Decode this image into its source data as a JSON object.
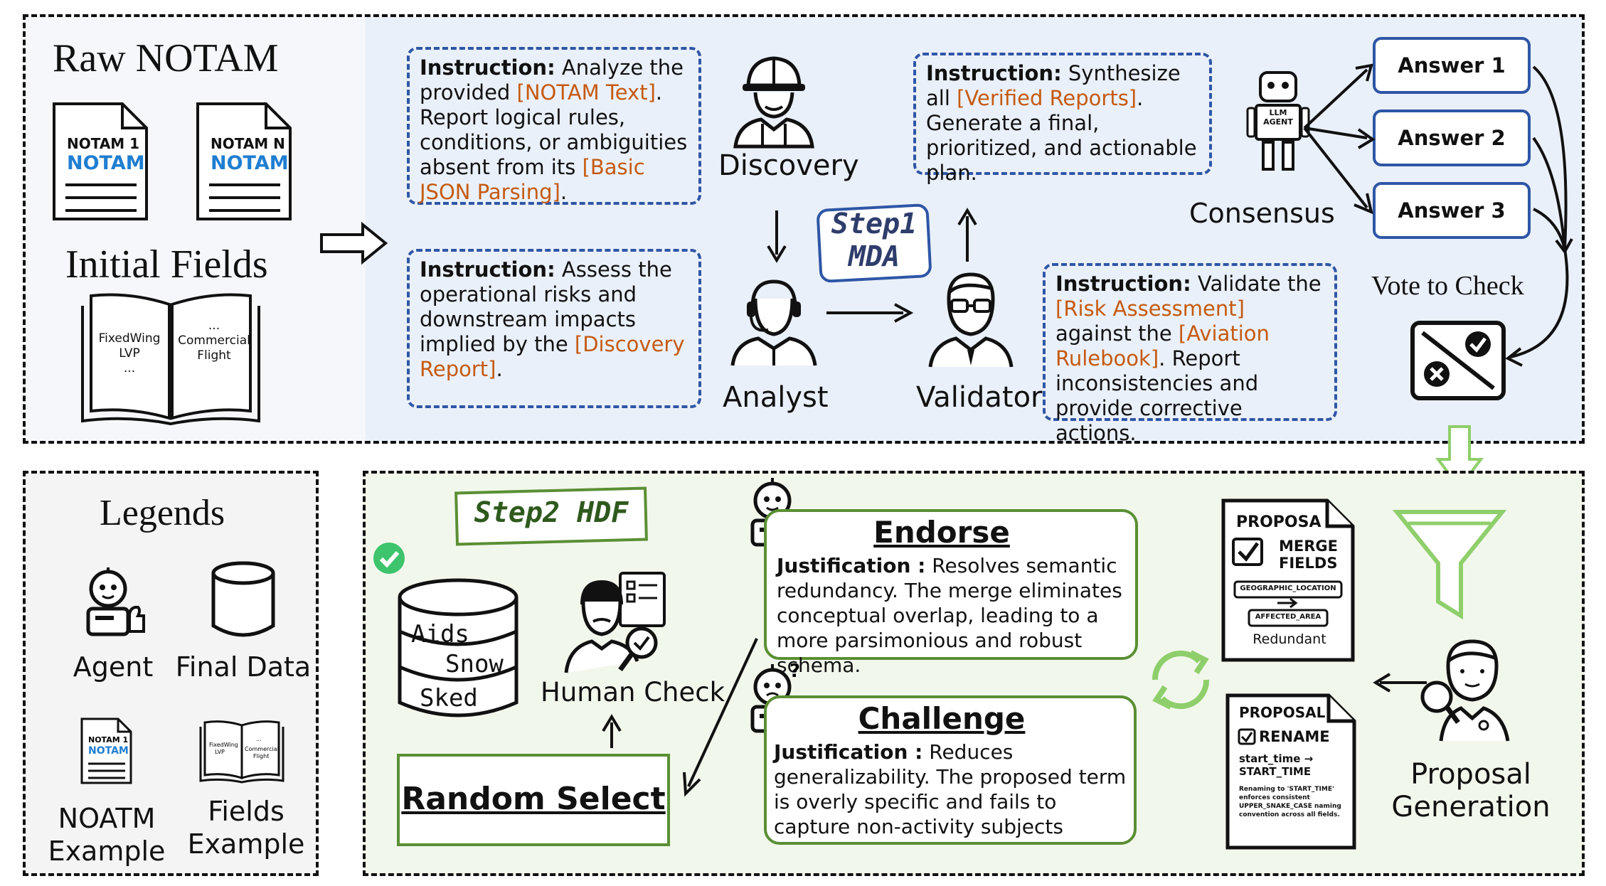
{
  "top": {
    "raw_notam_title": "Raw NOTAM",
    "doc1_line1": "NOTAM 1",
    "doc1_line2": "NOTAM",
    "docn_line1": "NOTAM N",
    "docn_line2": "NOTAM",
    "initial_fields_title": "Initial Fields",
    "book_left_lines": [
      "FixedWing",
      "LVP",
      "..."
    ],
    "book_right_lines": [
      "...",
      "Commercial",
      "Flight"
    ],
    "instr_discovery": {
      "label": "Instruction:",
      "text_a": " Analyze the provided ",
      "ref1": "[NOTAM Text]",
      "text_b": ". Report logical rules, conditions, or ambiguities absent from its ",
      "ref2": "[Basic JSON Parsing]",
      "text_c": "."
    },
    "instr_analyst": {
      "label": "Instruction:",
      "text_a": " Assess the operational risks and downstream impacts implied by the ",
      "ref1": "[Discovery Report]",
      "text_b": "."
    },
    "instr_synth": {
      "label": "Instruction:",
      "text_a": " Synthesize all ",
      "ref1": "[Verified Reports]",
      "text_b": ". Generate a final, prioritized, and actionable plan."
    },
    "instr_validator": {
      "label": "Instruction:",
      "text_a": " Validate the ",
      "ref1": "[Risk Assessment]",
      "text_b": " against the ",
      "ref2": "[Aviation Rulebook]",
      "text_c": ". Report inconsistencies and provide corrective actions."
    },
    "role_discovery": "Discovery",
    "role_analyst": "Analyst",
    "role_validator": "Validator",
    "step1_line1": "Step1",
    "step1_line2": "MDA",
    "llm_agent_label": "LLM AGENT",
    "consensus": "Consensus",
    "answers": [
      "Answer 1",
      "Answer 2",
      "Answer 3"
    ],
    "vote_to_check": "Vote to Check"
  },
  "legends": {
    "title": "Legends",
    "agent": "Agent",
    "final_data": "Final Data",
    "noatm_example": [
      "NOATM",
      "Example"
    ],
    "fields_example": [
      "Fields",
      "Example"
    ]
  },
  "bottom": {
    "step2": "Step2 HDF",
    "db_labels": [
      "Aids",
      "Snow",
      "Sked"
    ],
    "human_check": "Human Check",
    "random_select": "Random Select",
    "endorse": {
      "title": "Endorse",
      "label": "Justification :",
      "text": "  Resolves semantic redundancy. The merge eliminates conceptual overlap, leading to a more parsimonious and robust schema."
    },
    "challenge": {
      "title": "Challenge",
      "label": "Justification :",
      "text": "  Reduces generalizability. The proposed term is overly specific and fails to capture non-activity subjects"
    },
    "proposal_merge": {
      "header": "PROPOSA",
      "action_line1": "MERGE",
      "action_line2": "FIELDS",
      "field_a": "GEOGRAPHIC_LOCATION",
      "field_b": "AFFECTED_AREA",
      "footer": "Redundant"
    },
    "proposal_rename": {
      "header": "PROPOSAL",
      "action": "RENAME",
      "line1": "start_time →",
      "line2": "START_TIME",
      "small": "Renaming to 'START_TIME' enforces consistent UPPER_SNAKE_CASE naming convention across all fields."
    },
    "proposal_generation": [
      "Proposal",
      "Generation"
    ]
  },
  "colors": {
    "blue_dash": "#2e56a6",
    "orange_ref": "#c55a11",
    "green_border": "#5a8f34",
    "light_green": "#8fcf6b",
    "notam_blue": "#1f7ed1"
  }
}
